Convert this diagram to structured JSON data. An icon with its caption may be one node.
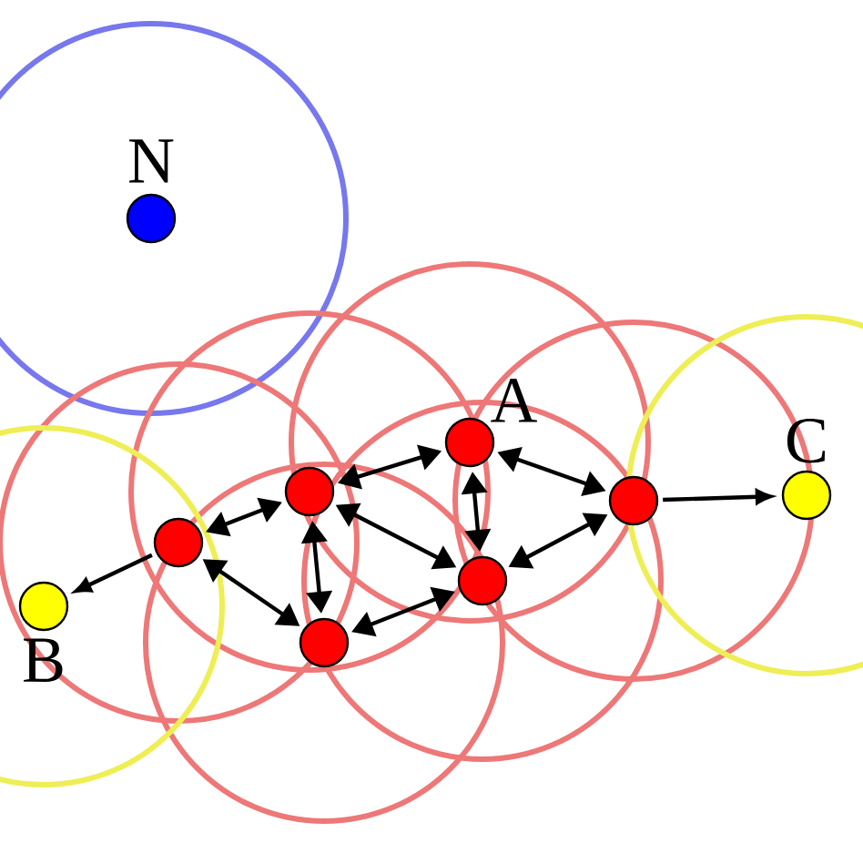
{
  "diagram": {
    "nodes": [
      {
        "text": [
          "N"
        ]
      },
      {
        "text": [
          "A"
        ]
      },
      {
        "text": [],
        "shape": "circle"
      },
      {
        "text": [],
        "shape": "circle"
      },
      {
        "text": [],
        "shape": "circle"
      },
      {
        "text": [],
        "shape": "circle"
      },
      {
        "text": [],
        "shape": "circle"
      },
      {
        "text": [
          "B"
        ]
      },
      {
        "text": [
          "C"
        ]
      }
    ],
    "edges": [
      {
        "from": 1,
        "to": 2,
        "arrow": "both"
      },
      {
        "from": 1,
        "to": 5,
        "arrow": "both"
      },
      {
        "from": 1,
        "to": 6,
        "arrow": "both"
      },
      {
        "from": 2,
        "to": 3,
        "arrow": "both"
      },
      {
        "from": 2,
        "to": 4,
        "arrow": "both"
      },
      {
        "from": 2,
        "to": 5,
        "arrow": "both"
      },
      {
        "from": 3,
        "to": 4,
        "arrow": "both"
      },
      {
        "from": 4,
        "to": 5,
        "arrow": "both"
      },
      {
        "from": 5,
        "to": 6,
        "arrow": "both"
      },
      {
        "from": 3,
        "to": 7,
        "arrow": "to"
      },
      {
        "from": 6,
        "to": 8,
        "arrow": "to"
      }
    ]
  }
}
